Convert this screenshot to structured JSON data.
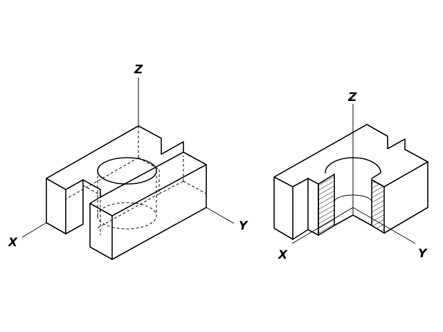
{
  "figures": [
    {
      "axes": {
        "x": "X",
        "y": "Y",
        "z": "Z"
      },
      "view": "transparent-with-hidden-lines"
    },
    {
      "axes": {
        "x": "X",
        "y": "Y",
        "z": "Z"
      },
      "view": "quarter-section-cutaway",
      "hatch": "diagonal"
    }
  ]
}
